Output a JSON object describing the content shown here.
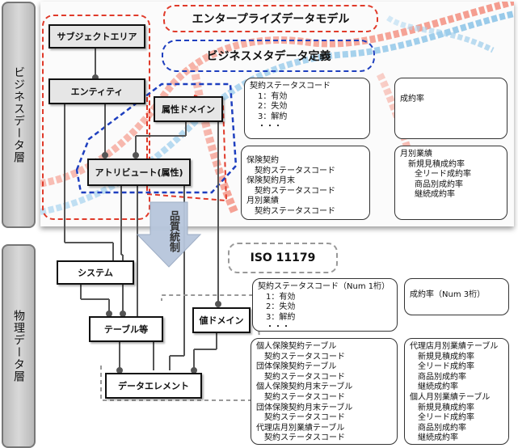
{
  "layers": {
    "business": "ビジネスデータ層",
    "physical": "物理データ層"
  },
  "top": {
    "enterprise_model": "エンタープライズデータモデル",
    "business_metadata": "ビジネスメタデータ定義",
    "subject_area": "サブジェクトエリア",
    "entity": "エンティティ",
    "attribute_domain": "属性ドメイン",
    "attribute": "アトリビュート(属性)",
    "domain_box": [
      "契約ステータスコード",
      "1：有効",
      "2：失効",
      "3：解約",
      "・・・"
    ],
    "success_rate": "成約率",
    "tables_box": [
      "保険契約",
      "契約ステータスコード",
      "保険契約月末",
      "契約ステータスコード",
      "月別業績",
      "契約ステータスコード"
    ],
    "monthly_box": [
      "月別業績",
      "新規見積成約率",
      "全リード成約率",
      "商品別成約率",
      "継続成約率"
    ]
  },
  "governance": "品質統制",
  "bottom": {
    "iso": "ISO 11179",
    "system": "システム",
    "table_etc": "テーブル等",
    "value_domain": "値ドメイン",
    "data_element": "データエレメント",
    "domain_box": [
      "契約ステータスコード（Num 1桁）",
      "1：有効",
      "2：失効",
      "3：解約",
      "・・・"
    ],
    "success_rate": "成約率（Num 3桁）",
    "tables_box": [
      "個人保険契約テーブル",
      "契約ステータスコード",
      "団体保険契約テーブル",
      "契約ステータスコード",
      "個人保険契約月末テーブル",
      "契約ステータスコード",
      "団体保険契約月末テーブル",
      "契約ステータスコード",
      "代理店月別業績テーブル",
      "契約ステータスコード"
    ],
    "agency_box": [
      "代理店月別業績テーブル",
      "新規見積成約率",
      "全リード成約率",
      "商品別成約率",
      "継続成約率",
      "個人月別業績テーブル",
      "新規見積成約率",
      "全リード成約率",
      "商品別成約率",
      "継続成約率"
    ]
  },
  "colors": {
    "red_dash": "#e03a2a",
    "blue_dash": "#1e3fbf",
    "connector": "#555555",
    "arrow": "#b7c6dc"
  }
}
